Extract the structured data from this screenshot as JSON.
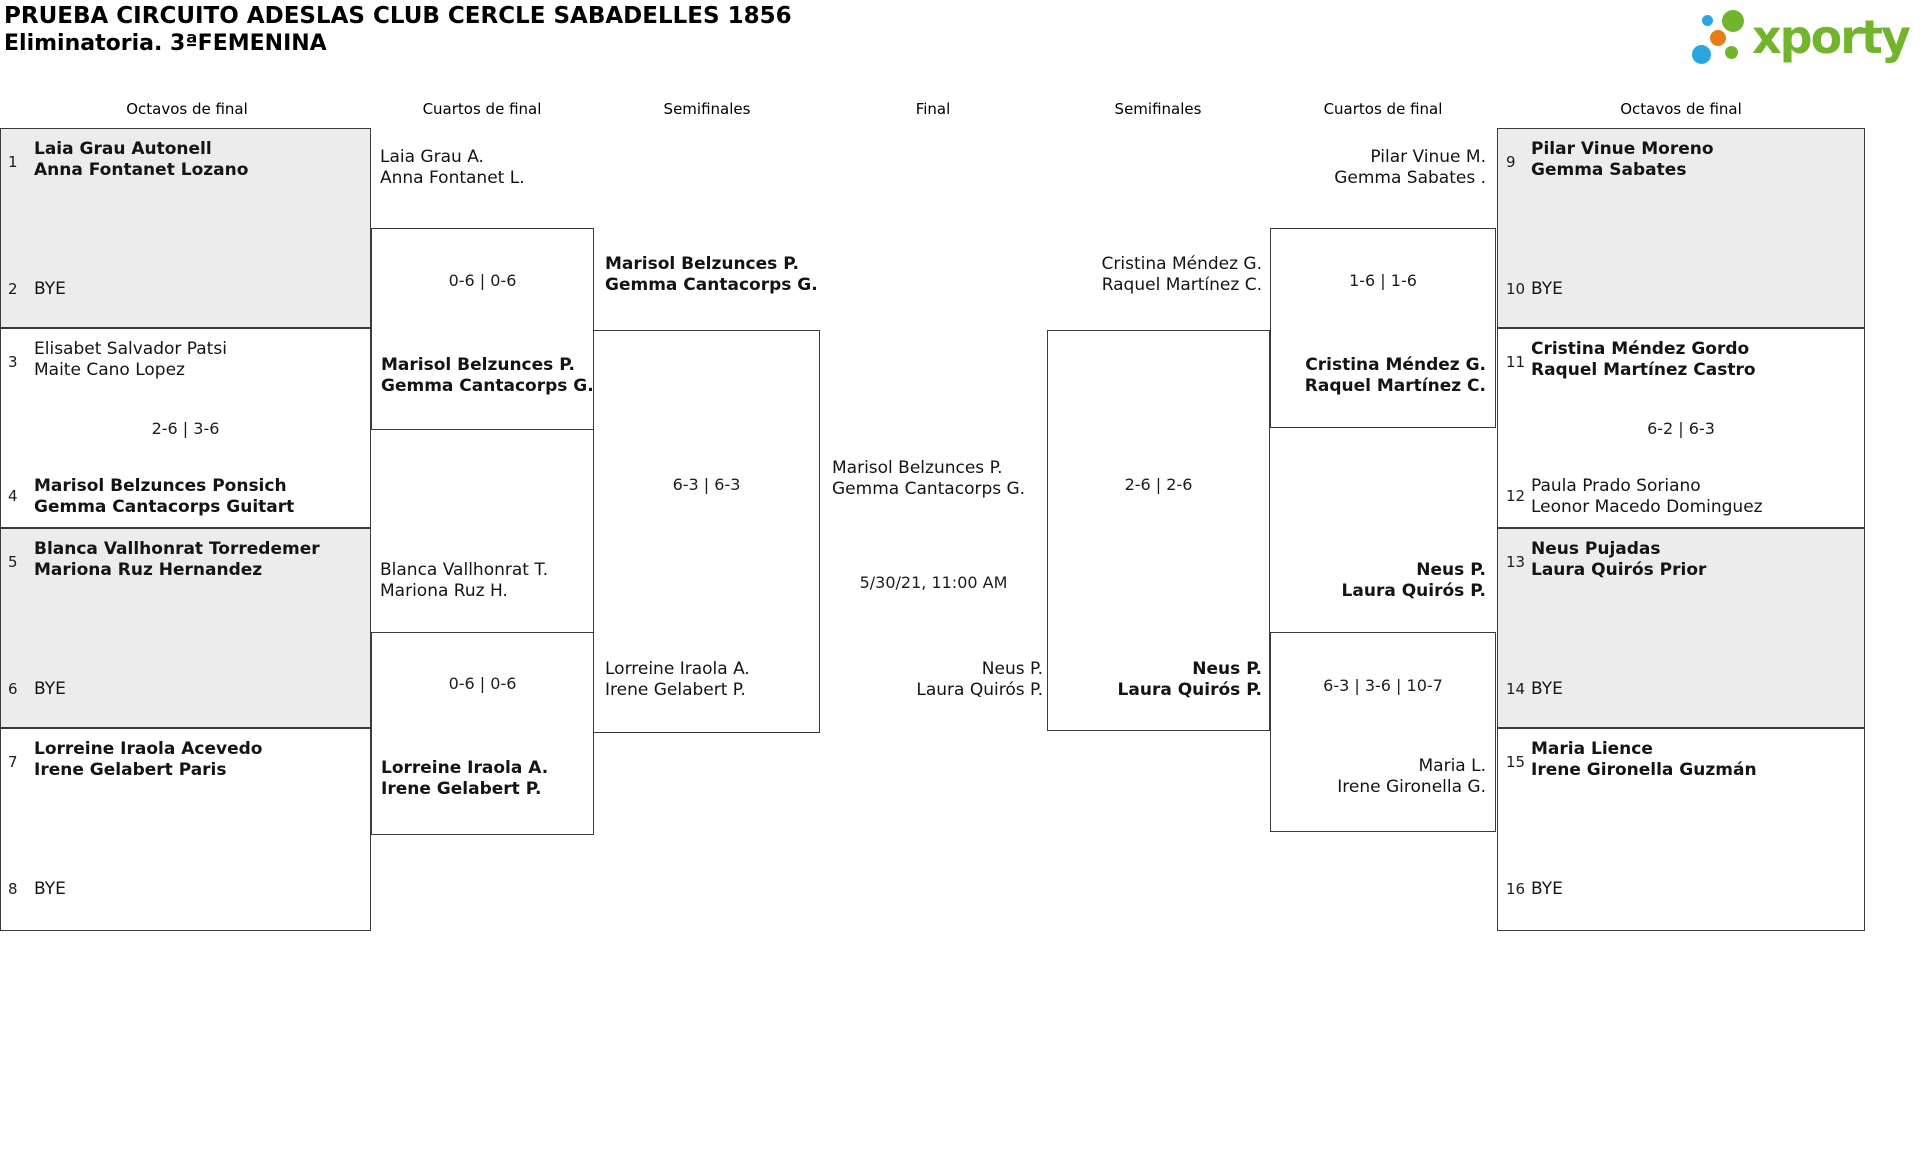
{
  "header": {
    "title": "PRUEBA CIRCUITO ADESLAS CLUB CERCLE SABADELLES 1856",
    "subtitle": "Eliminatoria. 3ªFEMENINA"
  },
  "logo": {
    "text": "xporty",
    "colors": {
      "green": "#72b52c",
      "blue": "#29a7e0",
      "orange": "#e87d15"
    }
  },
  "rounds": {
    "octavos": "Octavos de final",
    "cuartos": "Cuartos de final",
    "semis": "Semifinales",
    "final": "Final"
  },
  "octavos_left": {
    "m12": {
      "seed_a": "1",
      "team_a": "Laia Grau Autonell\nAnna Fontanet Lozano",
      "seed_b": "2",
      "team_b": "BYE"
    },
    "m34": {
      "seed_a": "3",
      "team_a": "Elisabet Salvador Patsi\nMaite Cano Lopez",
      "score": "2-6 | 3-6",
      "seed_b": "4",
      "team_b": "Marisol Belzunces Ponsich\nGemma Cantacorps Guitart"
    },
    "m56": {
      "seed_a": "5",
      "team_a": "Blanca Vallhonrat Torredemer\nMariona Ruz Hernandez",
      "seed_b": "6",
      "team_b": "BYE"
    },
    "m78": {
      "seed_a": "7",
      "team_a": "Lorreine Iraola Acevedo\nIrene Gelabert Paris",
      "seed_b": "8",
      "team_b": "BYE"
    }
  },
  "octavos_right": {
    "m910": {
      "seed_a": "9",
      "team_a": "Pilar Vinue Moreno\nGemma Sabates",
      "seed_b": "10",
      "team_b": "BYE"
    },
    "m1112": {
      "seed_a": "11",
      "team_a": "Cristina Méndez Gordo\nRaquel Martínez Castro",
      "score": "6-2 | 6-3",
      "seed_b": "12",
      "team_b": "Paula Prado Soriano\nLeonor Macedo Dominguez"
    },
    "m1314": {
      "seed_a": "13",
      "team_a": "Neus Pujadas\nLaura Quirós Prior",
      "seed_b": "14",
      "team_b": "BYE"
    },
    "m1516": {
      "seed_a": "15",
      "team_a": "Maria Lience\nIrene Gironella Guzmán",
      "seed_b": "16",
      "team_b": "BYE"
    }
  },
  "cuartos_left": {
    "top": {
      "team_a": "Laia Grau A.\nAnna Fontanet L.",
      "score": "0-6 | 0-6",
      "winner": "Marisol Belzunces P.\nGemma Cantacorps G."
    },
    "bottom": {
      "team_a": "Blanca Vallhonrat T.\nMariona Ruz H.",
      "score": "0-6 | 0-6",
      "winner": "Lorreine Iraola A.\nIrene Gelabert P."
    }
  },
  "cuartos_right": {
    "top": {
      "team_a": "Pilar Vinue M.\nGemma Sabates .",
      "score": "1-6 | 1-6",
      "winner": "Cristina Méndez G.\nRaquel Martínez C."
    },
    "bottom": {
      "winner": "Neus P.\nLaura Quirós P.",
      "score": "6-3 | 3-6 | 10-7",
      "team_b": "Maria L.\nIrene Gironella G."
    }
  },
  "semis_left": {
    "team_a": "Marisol Belzunces P.\nGemma Cantacorps G.",
    "score": "6-3 | 6-3",
    "team_b": "Lorreine Iraola A.\nIrene Gelabert P."
  },
  "semis_right": {
    "team_a": "Cristina Méndez G.\nRaquel Martínez C.",
    "score": "2-6 | 2-6",
    "winner": "Neus P.\nLaura Quirós P."
  },
  "final": {
    "team_a": "Marisol Belzunces P.\nGemma Cantacorps G.",
    "schedule": "5/30/21, 11:00 AM",
    "team_b": "Neus P.\nLaura Quirós P."
  }
}
